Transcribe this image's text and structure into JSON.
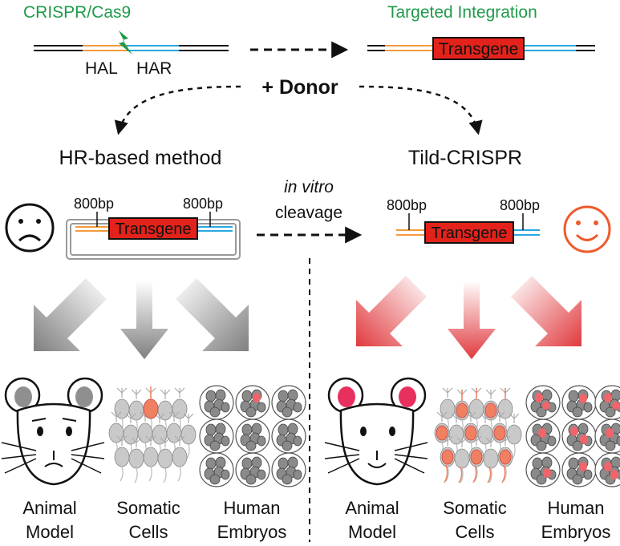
{
  "top": {
    "cas9_label": "CRISPR/Cas9",
    "targeted_label": "Targeted Integration",
    "hal": "HAL",
    "har": "HAR",
    "transgene": "Transgene",
    "donor": "+ Donor"
  },
  "left": {
    "title": "HR-based method",
    "bp_left": "800bp",
    "bp_right": "800bp",
    "transgene": "Transgene",
    "face": "sad",
    "outcomes": [
      {
        "line1": "Animal",
        "line2": "Model"
      },
      {
        "line1": "Somatic",
        "line2": "Cells"
      },
      {
        "line1": "Human",
        "line2": "Embryos"
      }
    ]
  },
  "middle": {
    "line1": "in vitro",
    "line2": "cleavage"
  },
  "right": {
    "title": "Tild-CRISPR",
    "bp_left": "800bp",
    "bp_right": "800bp",
    "transgene": "Transgene",
    "face": "happy",
    "outcomes": [
      {
        "line1": "Animal",
        "line2": "Model"
      },
      {
        "line1": "Somatic",
        "line2": "Cells"
      },
      {
        "line1": "Human",
        "line2": "Embryos"
      }
    ]
  },
  "colors": {
    "orange_arm": "#f39a3c",
    "blue_arm": "#29a8e0",
    "transgene_fill": "#e3231b",
    "green": "#1f9a4b",
    "gray_arrow": "#8f8f8f",
    "red_arrow": "#e03a3e",
    "smiley": "#ef5a2a"
  }
}
